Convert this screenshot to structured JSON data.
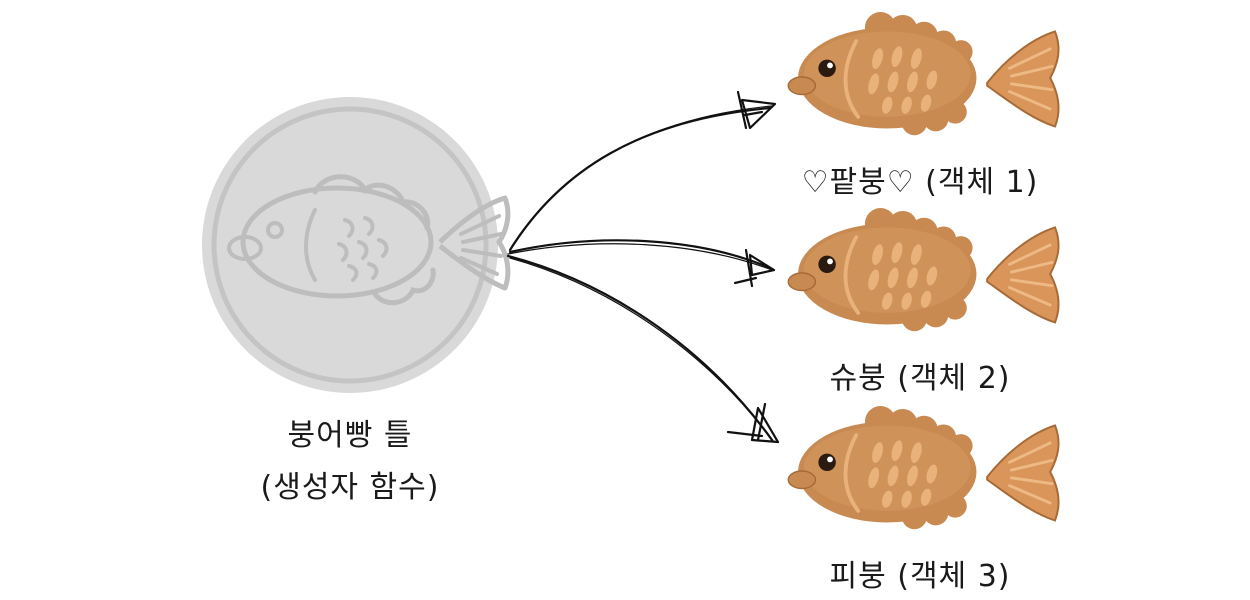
{
  "mold": {
    "name": "붕어빵 틀",
    "role": "(생성자 함수)"
  },
  "objects": [
    {
      "name": "♡팥붕♡",
      "tag": "(객체 1)"
    },
    {
      "name": "슈붕",
      "tag": "(객체 2)"
    },
    {
      "name": "피붕",
      "tag": "(객체 3)"
    }
  ],
  "colors": {
    "fish_body": "#c98a52",
    "fish_fin": "#d9955a",
    "fish_stroke": "#a86a35",
    "fish_scale": "#e9b27a",
    "mold_fill": "#d9d9d9",
    "mold_ring": "#c4c4c4",
    "mold_line": "#bdbdbd",
    "arrow": "#111111"
  },
  "icons": {
    "mold": "fish-mold-icon",
    "fish": "taiyaki-fish-icon",
    "arrow": "sketch-arrow-icon"
  }
}
